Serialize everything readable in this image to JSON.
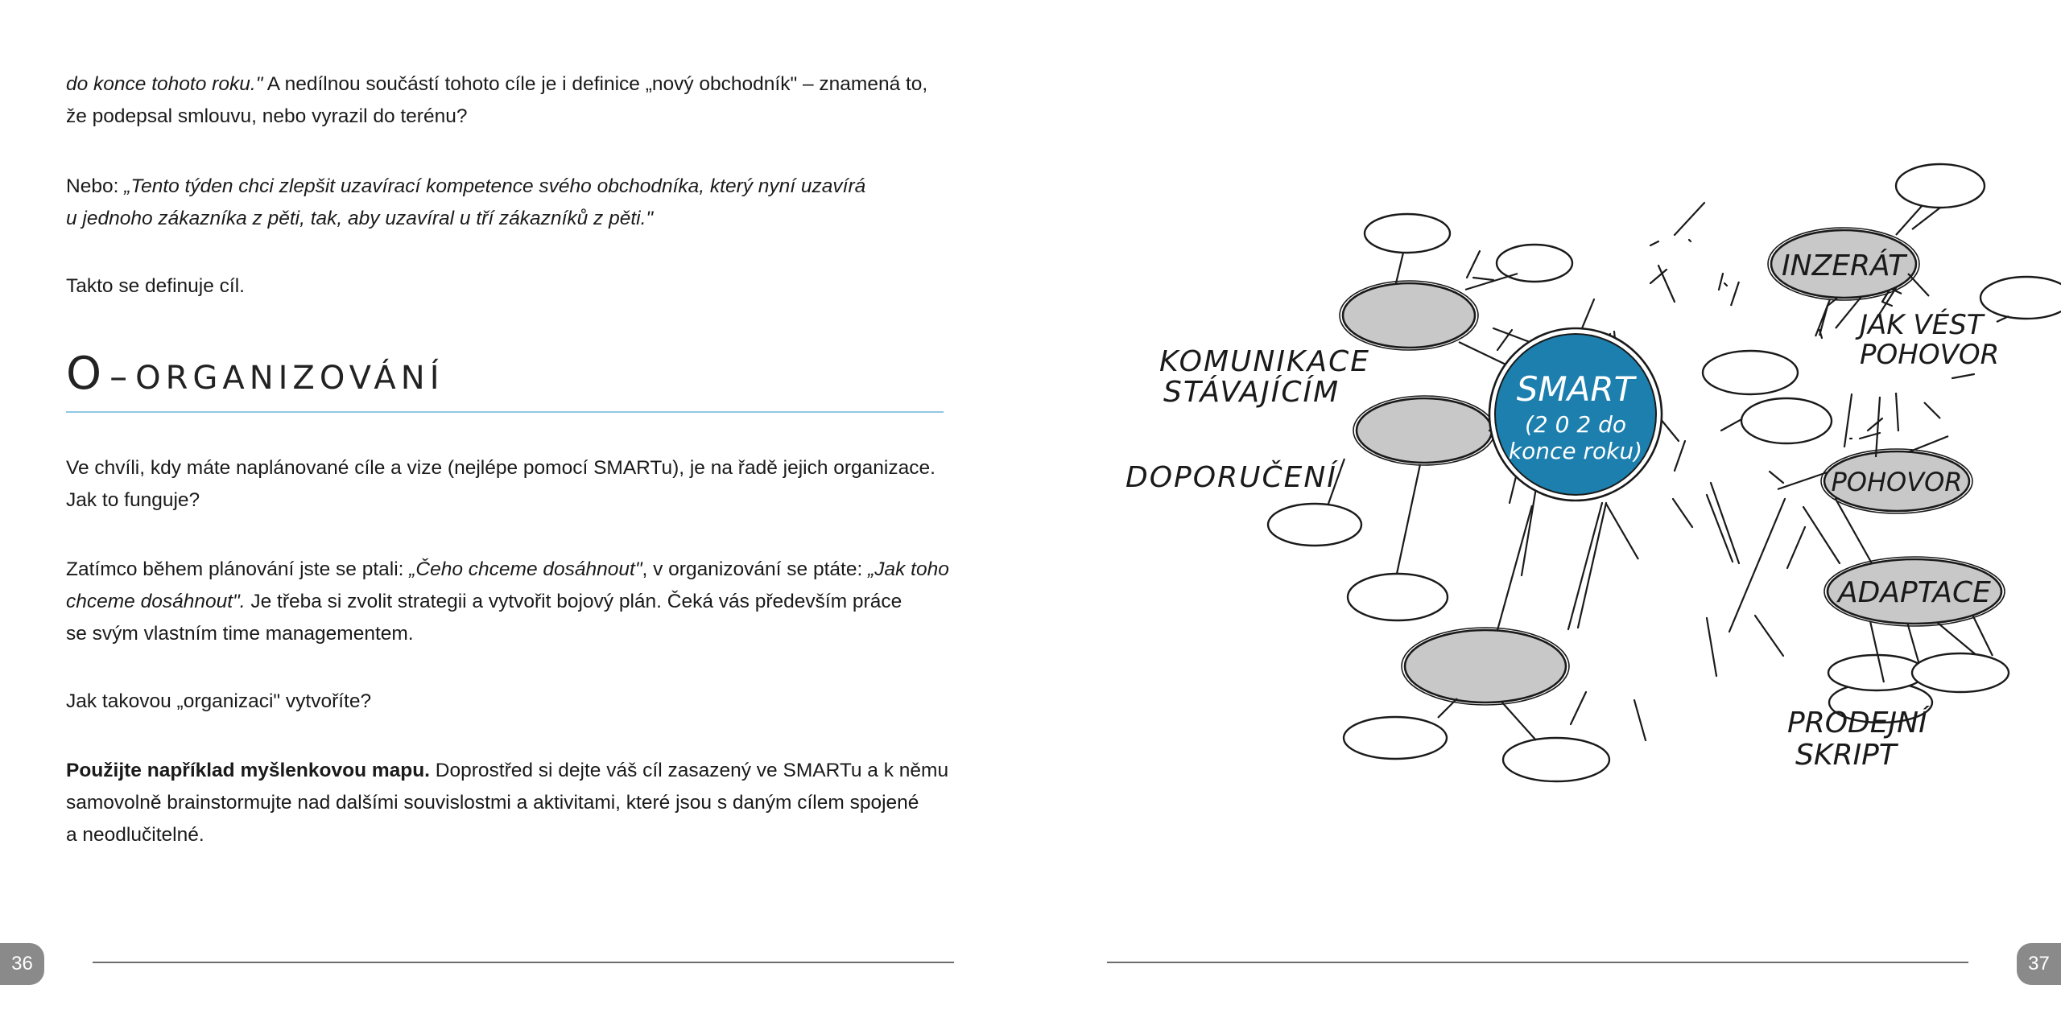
{
  "left_page": {
    "para1": {
      "italic_lead": "do konce tohoto roku.\"",
      "line1_rest": " A nedílnou součástí tohoto cíle je i definice „nový obchodník\" – znamená to,",
      "line2": "že podepsal smlouvu, nebo vyrazil do terénu?"
    },
    "para2": {
      "lead": "Nebo: ",
      "line1_italic": "„Tento týden chci zlepšit uzavírací kompetence svého obchodníka, který nyní uzavírá",
      "line2_italic": "u jednoho zákazníka z pěti, tak, aby uzavíral u tří zákazníků z pěti.\""
    },
    "para3": "Takto se definuje cíl.",
    "heading": {
      "letter": "O",
      "dash": "–",
      "rest": "ORGANIZOVÁNÍ"
    },
    "para4": {
      "line1": "Ve chvíli, kdy máte naplánované cíle a vize (nejlépe pomocí SMARTu), je na řadě jejich organizace.",
      "line2": "Jak to funguje?"
    },
    "para5": {
      "l1_text": "Zatímco během plánování jste se ptali: ",
      "l1_italic": "„Čeho chceme dosáhnout\"",
      "l1_text2": ", v organizování se ptáte: ",
      "l1_italic2": "„Jak toho",
      "l2_italic": "chceme dosáhnout\".",
      "l2_text": " Je třeba si zvolit strategii a vytvořit bojový plán. Čeká vás především práce",
      "l3": "se svým vlastním time managementem."
    },
    "para6": "Jak takovou „organizaci\" vytvoříte?",
    "para7": {
      "bold": "Použijte například myšlenkovou mapu.",
      "l1_rest": " Doprostřed si dejte váš cíl zasazený ve SMARTu a k němu",
      "l2": "samovolně brainstormujte nad dalšími souvislostmi a aktivitami, které jsou s daným cílem spojené",
      "l3": "a neodlučitelné."
    },
    "page_number": "36"
  },
  "right_page": {
    "mindmap": {
      "center_line1": "SMART",
      "center_line2": "(2 0 2 do",
      "center_line3": "konce roku)",
      "node_inzerat": "INZERÁT",
      "node_pohovor": "POHOVOR",
      "node_adaptace": "ADAPTACE",
      "label_komunikace_1": "KOMUNIKACE",
      "label_komunikace_2": "STÁVAJÍCÍM",
      "label_doporuceni": "DOPORUČENÍ",
      "label_jak_vest_1": "JAK VÉST",
      "label_jak_vest_2": "POHOVOR",
      "label_prodejni_1": "PRODEJNÍ",
      "label_prodejni_2": "SKRIPT",
      "center_color": "#1c7fae",
      "node_color": "#c8c8c8"
    },
    "page_number": "37"
  }
}
